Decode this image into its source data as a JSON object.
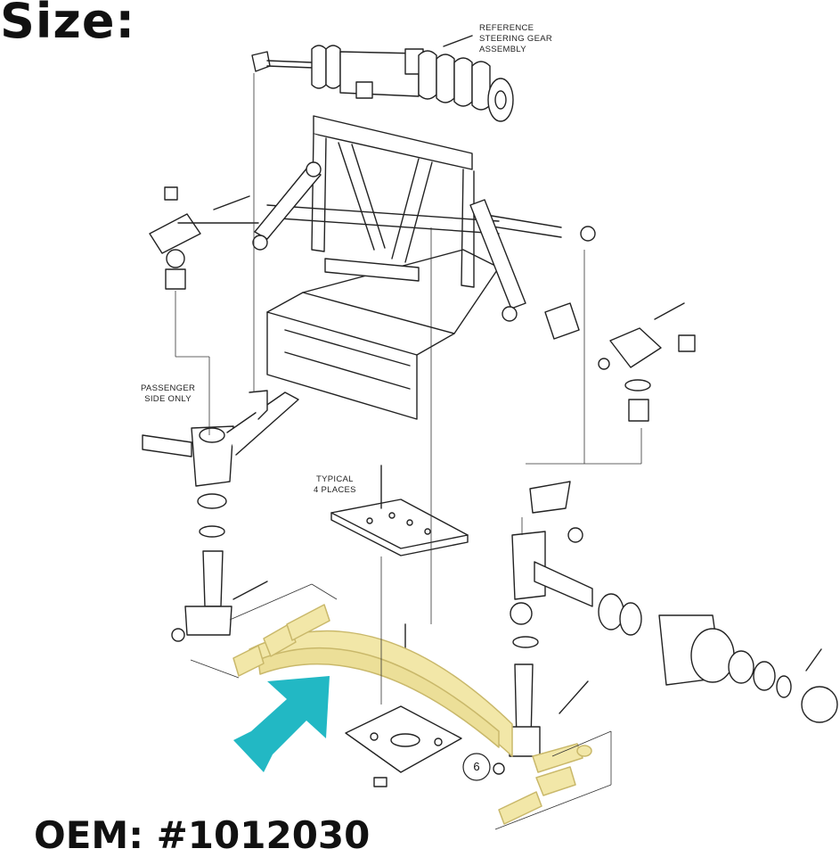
{
  "headings": {
    "size": "Size:",
    "oem": "OEM: #1012030"
  },
  "callouts": {
    "steering_gear": [
      "REFERENCE",
      "STEERING GEAR",
      "ASSEMBLY"
    ],
    "passenger_side": [
      "PASSENGER",
      "SIDE ONLY"
    ],
    "typical": [
      "TYPICAL",
      "4 PLACES"
    ]
  },
  "part_number": "6",
  "colors": {
    "line": "#222222",
    "highlight": "#f2e7a8",
    "highlight_stroke": "#c9b86a",
    "arrow": "#22b8c4",
    "background": "#ffffff"
  },
  "icons": {
    "pointer": "arrow-icon"
  }
}
